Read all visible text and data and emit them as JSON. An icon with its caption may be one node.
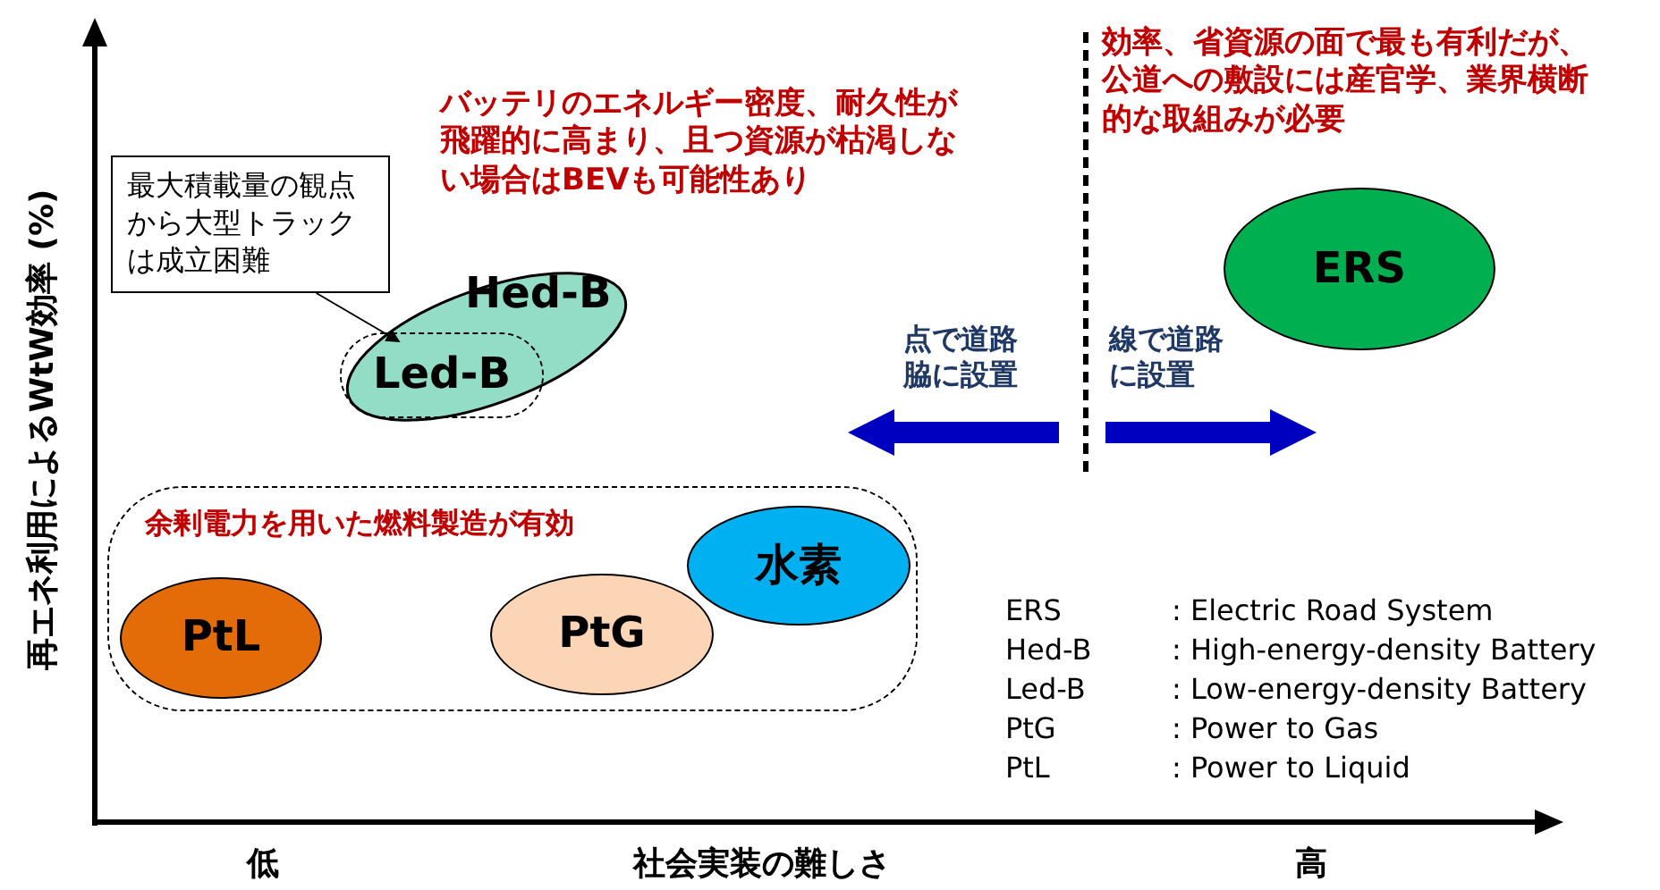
{
  "diagram": {
    "nodes": [
      {
        "text": [
          "最大積載量の観点から大型トラックは成立困難"
        ]
      },
      {
        "text": [
          "Hed-B"
        ]
      },
      {
        "text": [
          "Led-B"
        ],
        "in": 1
      },
      {
        "text": [
          "ERS"
        ]
      },
      {
        "text": [
          "余剰電力を用いた燃料製造が有効"
        ]
      },
      {
        "text": [
          "水素"
        ],
        "in": 4
      },
      {
        "text": [
          "PtL"
        ],
        "in": 4
      },
      {
        "text": [
          "PtG"
        ],
        "in": 4
      }
    ],
    "edges": [
      {
        "from": 0,
        "to": 2,
        "arrow": "to"
      }
    ],
    "labels": [
      "バッテリのエネルギー密度、耐久性が飛躍的に高まり、且つ資源が枯渇しない場合はBEVも可能性あり",
      "効率、省資源の面で最も有利だが、公道への敷設には産官学、業界横断的な取組みが必要",
      "点で道路脇に設置",
      "線で道路に設置",
      "再エネ利用によるWtW効率 (%)",
      "低",
      "社会実装の難しさ",
      "高",
      "ERS",
      ": Electric Road System",
      "Hed-B",
      ": High-energy-density Battery",
      "Led-B",
      ": Low-energy-density Battery",
      "PtG",
      ": Power to Gas",
      "PtL",
      ": Power to Liquid"
    ]
  }
}
